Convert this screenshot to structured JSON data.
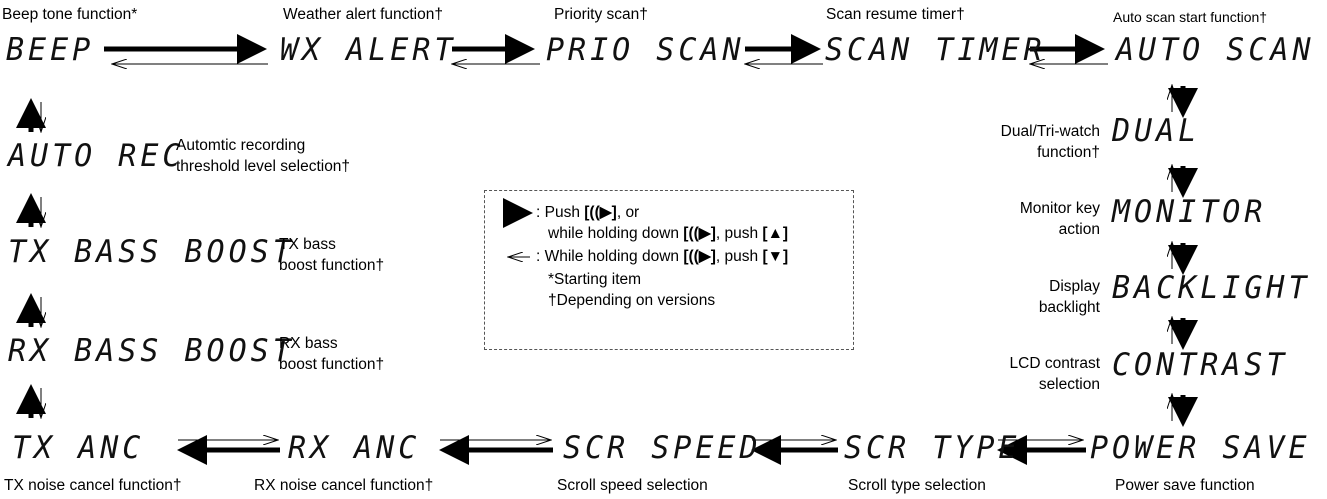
{
  "captions": {
    "beep": "Beep tone function*",
    "wx": "Weather alert function†",
    "prio": "Priority scan†",
    "timer": "Scan resume timer†",
    "auto_scan": "Auto scan start function†",
    "auto_rec_1": "Automtic recording",
    "auto_rec_2": "threshold level selection†",
    "tx_bass_1": "TX bass",
    "tx_bass_2": "boost function†",
    "rx_bass_1": "RX bass",
    "rx_bass_2": "boost function†",
    "dual_1": "Dual/Tri-watch",
    "dual_2": "function†",
    "monitor_1": "Monitor key",
    "monitor_2": "action",
    "backlight_1": "Display",
    "backlight_2": "backlight",
    "contrast_1": "LCD contrast",
    "contrast_2": "selection",
    "tx_anc": "TX noise cancel function†",
    "rx_anc": "RX noise cancel function†",
    "scr_speed": "Scroll speed selection",
    "scr_type": "Scroll type selection",
    "power_save": "Power save function"
  },
  "displays": {
    "beep": "BEEP",
    "wx": "WX ALERT",
    "prio": "PRIO SCAN",
    "timer": "SCAN TIMER",
    "auto_scan": "AUTO SCAN",
    "dual": "DUAL",
    "monitor": "MONITOR",
    "backlight": "BACKLIGHT",
    "contrast": "CONTRAST",
    "power_save": "POWER SAVE",
    "scr_type": "SCR TYPE",
    "scr_speed": "SCR SPEED",
    "rx_anc": "RX ANC",
    "tx_anc": "TX ANC",
    "rx_bass": "RX BASS BOOST",
    "tx_bass": "TX BASS BOOST",
    "auto_rec": "AUTO REC"
  },
  "legend": {
    "line1_a": ": Push ",
    "line1_key": "[((▶]",
    "line1_b": ", or",
    "line2_a": "while holding down ",
    "line2_key": "[((▶]",
    "line2_b": ", push ",
    "line2_up": "[▲]",
    "line3_a": ": While holding down ",
    "line3_key": "[((▶]",
    "line3_b": ", push ",
    "line3_down": "[▼]",
    "line4": "*Starting item",
    "line5": "†Depending on versions"
  }
}
